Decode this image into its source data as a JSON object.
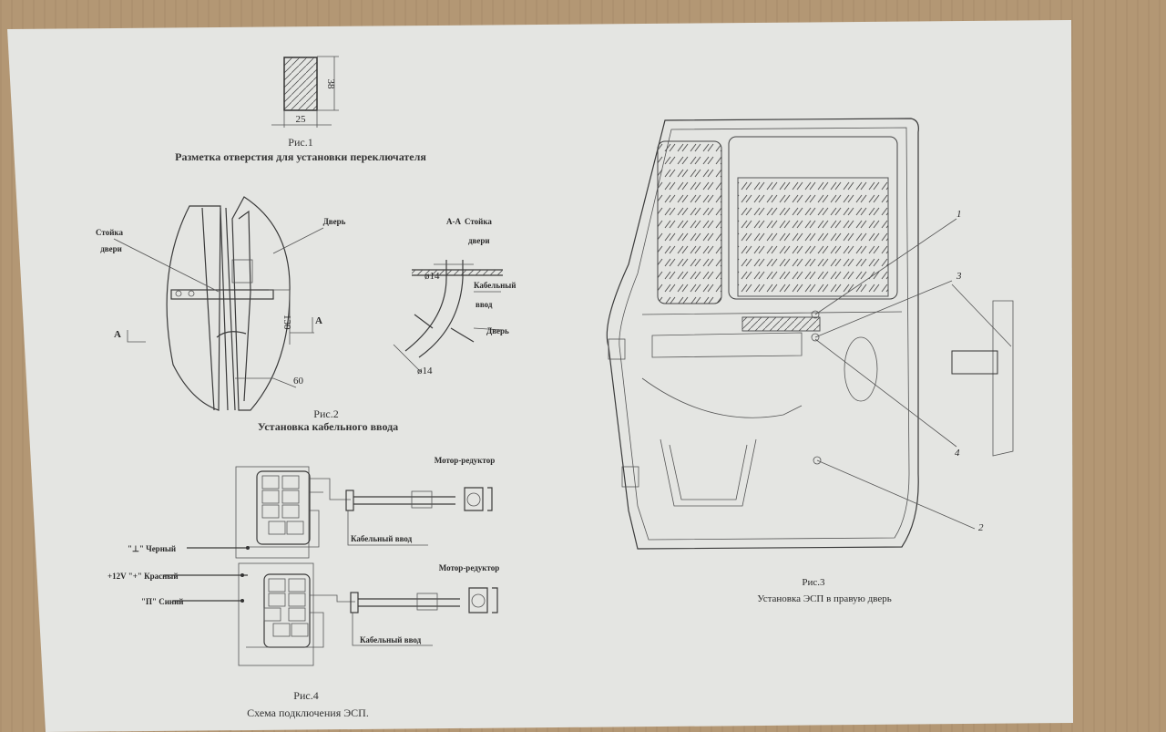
{
  "fig1": {
    "dim_height": "38",
    "dim_width": "25",
    "number": "Рис.1",
    "caption": "Разметка отверстия для установки переключателя"
  },
  "fig2": {
    "post_label_1": "Стойка",
    "post_label_2": "двери",
    "door_label": "Дверь",
    "section_mark_left": "A",
    "section_mark_right": "A",
    "dim_130": "130",
    "dim_60": "60",
    "section_title": "A-A",
    "section_post_1": "Стойка",
    "section_post_2": "двери",
    "diameter_top": "ø14",
    "cable_entry_1": "Кабельный",
    "cable_entry_2": "ввод",
    "section_door": "Дверь",
    "diameter_bottom": "ø14",
    "number": "Рис.2",
    "caption": "Установка кабельного ввода"
  },
  "fig3": {
    "callouts": [
      "1",
      "2",
      "3",
      "4"
    ],
    "number": "Рис.3",
    "caption": "Установка ЭСП в правую дверь"
  },
  "fig4": {
    "motor_top": "Мотор-редуктор",
    "motor_bottom": "Мотор-редуктор",
    "cable_entry_top": "Кабельный ввод",
    "cable_entry_bottom": "Кабельный ввод",
    "ground_label": "\"⊥\" Черный",
    "plus_label": "+12V \"+\" Красный",
    "p_label": "\"П\" Синий",
    "number": "Рис.4",
    "caption": "Схема подключения ЭСП."
  },
  "colors": {
    "cardboard": "#b39774",
    "paper": "#e4e5e2",
    "ink": "#2a2a2a"
  }
}
